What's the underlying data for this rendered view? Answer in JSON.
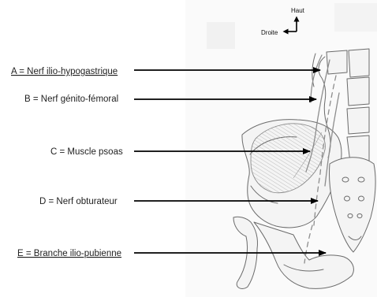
{
  "orientation": {
    "up_label": "Haut",
    "right_label": "Droite"
  },
  "labels": [
    {
      "key": "A",
      "text": "A = Nerf ilio-hypogastrique",
      "underlined": true
    },
    {
      "key": "B",
      "text": "B = Nerf génito-fémoral",
      "underlined": false
    },
    {
      "key": "C",
      "text": "C = Muscle psoas",
      "underlined": false
    },
    {
      "key": "D",
      "text": "D = Nerf obturateur",
      "underlined": false
    },
    {
      "key": "E",
      "text": "E = Branche ilio-pubienne",
      "underlined": true
    }
  ]
}
